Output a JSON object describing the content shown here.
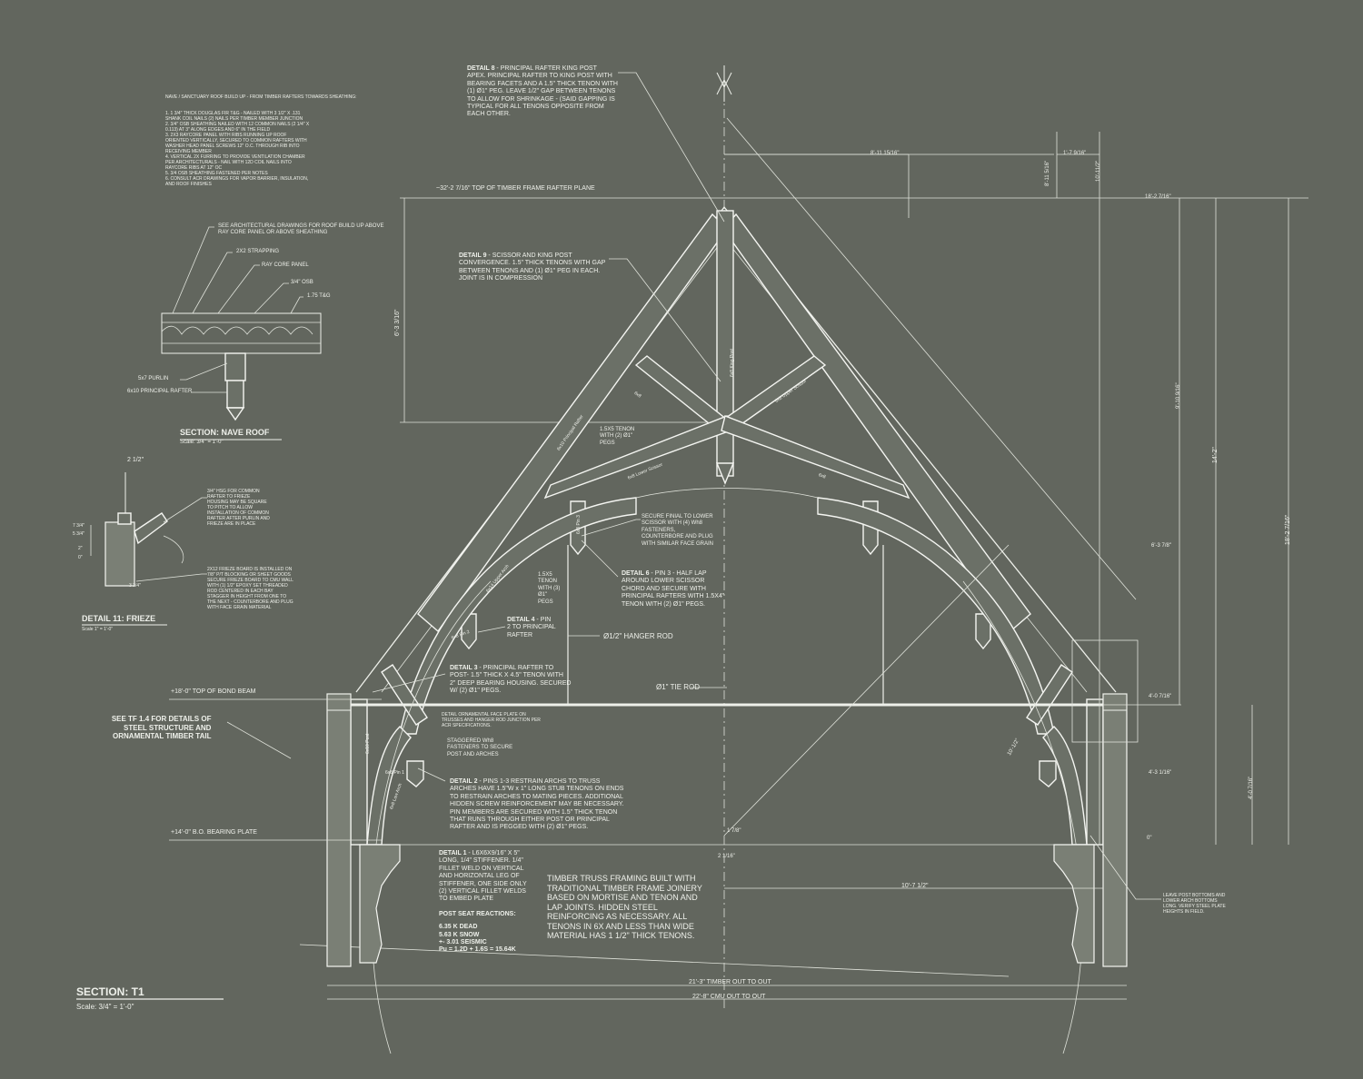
{
  "colors": {
    "background": "#62665e",
    "line": "#eef0ea",
    "member_fill": "#6b7067"
  },
  "section_title": "SECTION: T1",
  "section_scale": "Scale: 3/4\" = 1'-0\"",
  "nave_roof": {
    "title": "SECTION: NAVE ROOF",
    "scale": "Scale: 3/4\" = 1'-0\"",
    "buildup_heading": "NAVE / SANCTUARY ROOF BUILD UP - FROM TIMBER RAFTERS TOWARDS SHEATHING:",
    "buildup_notes": [
      "1.  1 3/4\" THICK DOUGLAS FIR T&G - NAILED WITH 3 1/2\" X .131 SHANK COIL NAILS (2) NAILS PER TIMBER MEMBER JUNCTION",
      "2.  3/4\" OSB SHEATHING NAILED WITH 12 COMMON NAILS (2 1/4\" X 0.113) AT 3\" ALONG EDGES AND 6\" IN THE FIELD",
      "3.  2X3 RAYCORE PANEL WITH RIBS RUNNING UP ROOF ORIENTED VERTICALLY, SECURED TO COMMON RAFTERS WITH WASHER HEAD PANEL SCREWS 12\" O.C. THROUGH RIB INTO RECEIVING MEMBER",
      "4.  VERTICAL 2X FURRING TO PROVIDE VENTILATION CHAMBER PER ARCHITECTURALS - NAIL WITH 12D COIL NAILS INTO RAYCORE RIBS AT 12\" OC",
      "5.  3/4 OSB SHEATHING FASTENED PER NOTES",
      "6.  CONSULT ACR DRAWINGS FOR VAPOR BARRIER, INSULATION, AND ROOF FINISHES"
    ],
    "callouts": [
      "SEE ARCHITECTURAL DRAWINGS FOR ROOF BUILD UP ABOVE RAY CORE PANEL OR ABOVE SHEATHING",
      "2X2 STRAPPING",
      "RAY CORE PANEL",
      "3/4\" OSB",
      "1.75 T&G",
      "5x7 PURLIN",
      "6x10 PRINCIPAL RAFTER"
    ]
  },
  "frieze": {
    "title": "DETAIL 11: FRIEZE",
    "scale": "Scale 1\" = 1'-0\"",
    "dim_top": "2 1/2\"",
    "dims_left": [
      "7 3/4\"",
      "5 3/4\"",
      "2\"",
      "0\""
    ],
    "dim_bottom": "3 3/4\"",
    "note_a": [
      "3/4\" HSG FOR COMMON",
      "RAFTER TO FRIEZE",
      "HOUSING MAY BE SQUARE",
      "TO PITCH TO ALLOW",
      "INSTALLATION OF COMMON",
      "RAFTER AFTER PURLIN AND",
      "FRIEZE ARE IN PLACE"
    ],
    "note_b": [
      "2X12 FRIEZE BOARD IS INSTALLED ON",
      "7/8\" P/T BLOCKING OR SHEET GOODS",
      "SECURE FRIEZE BOARD TO CMU WALL",
      "WITH (1) 1/2\" EPOXY SET THREADED",
      "ROD CENTERED IN EACH BAY",
      "STAGGER IN HEIGHT FROM ONE TO",
      "THE NEXT - COUNTERBORE AND PLUG",
      "WITH FACE GRAIN MATERIAL"
    ]
  },
  "details": {
    "d8_title": "DETAIL 8",
    "d8_lines": [
      "- PRINCIPAL RAFTER KING POST",
      "APEX.  PRINCIPAL RAFTER TO KING POST WITH",
      "BEARING FACETS AND A 1.5\" THICK TENON WITH",
      "(1) Ø1\" PEG.  LEAVE 1/2\" GAP BETWEEN TENONS",
      "TO ALLOW FOR SHRINKAGE - (SAID GAPPING IS",
      "TYPICAL FOR ALL TENONS OPPOSITE FROM",
      "EACH OTHER."
    ],
    "d9_title": "DETAIL 9",
    "d9_lines": [
      "- SCISSOR AND KING POST",
      "CONVERGENCE.  1.5\" THICK TENONS WITH GAP",
      "BETWEEN TENONS AND (1) Ø1\" PEG IN EACH.",
      "JOINT IS IN COMPRESSION"
    ],
    "d6_title": "DETAIL 6",
    "d6_lines": [
      "- PIN 3 - HALF LAP",
      "AROUND LOWER SCISSOR",
      "CHORD AND SECURE WITH",
      "PRINCIPAL RAFTERS WITH 1.5X4\"",
      "TENON WITH (2) Ø1\" PEGS."
    ],
    "d4_title": "DETAIL 4",
    "d4_lines": [
      "- PIN",
      "2 TO PRINCIPAL",
      "RAFTER"
    ],
    "d3_title": "DETAIL 3",
    "d3_lines": [
      "- PRINCIPAL RAFTER TO",
      "POST- 1.5\" THICK X 4.5\" TENON WITH",
      "2\" DEEP BEARING HOUSING. SECURED",
      "W/ (2) Ø1\" PEGS."
    ],
    "d2_title": "DETAIL 2",
    "d2_lines": [
      "- PINS 1-3 RESTRAIN ARCHS TO TRUSS",
      "ARCHES HAVE 1.5\"W x 1\" LONG STUB TENONS ON ENDS",
      "TO RESTRAIN ARCHES TO MATING PIECES.  ADDITIONAL",
      "HIDDEN SCREW REINFORCEMENT MAY BE NECESSARY.",
      "PIN MEMBERS ARE SECURED WITH 1.5\" THICK TENON",
      "THAT RUNS THROUGH EITHER POST OR PRINCIPAL",
      "RAFTER AND IS PEGGED WITH (2) Ø1\" PEGS."
    ],
    "d1_title": "DETAIL 1",
    "d1_lines": [
      "- L6X6X9/16\" X 5\"",
      "LONG, 1/4\" STIFFENER.  1/4\"",
      "FILLET WELD ON VERTICAL",
      "AND HORIZONTAL LEG OF",
      "STIFFENER, ONE SIDE ONLY",
      "(2) VERTICAL FILLET WELDS",
      "TO EMBED PLATE"
    ],
    "post_seat_title": "POST SEAT REACTIONS:",
    "post_seat_lines": [
      "6.35 K DEAD",
      "5.63 K SNOW",
      "+- 3.01 SEISMIC"
    ],
    "pu": "Pu = 1.2D + 1.6S = 15.64K"
  },
  "notes": {
    "tenon_1": [
      "1.5X5 TENON",
      "WITH (2) Ø1\"",
      "PEGS"
    ],
    "tenon_2": [
      "1.5X5",
      "TENON",
      "WITH (3)",
      "Ø1\"",
      "PEGS"
    ],
    "finial": [
      "SECURE FINIAL TO LOWER",
      "SCISSOR WITH (4) Wh8",
      "FASTENERS,",
      "COUNTERBORE AND PLUG",
      "WITH SIMILAR FACE GRAIN"
    ],
    "hanger_rod": "Ø1/2\" HANGER ROD",
    "tie_rod": "Ø1\" TIE ROD",
    "face_plate": [
      "DETAIL ORNAMENTAL FACE PLATE ON",
      "TRUSSES AND HANGER ROD JUNCTION PER",
      "ACR SPECIFICATIONS."
    ],
    "staggered": [
      "STAGGERED Wh8",
      "FASTENERS TO SECURE",
      "POST AND ARCHES"
    ],
    "see_tf": [
      "SEE TF 1.4 FOR DETAILS OF",
      "STEEL STRUCTURE AND",
      "ORNAMENTAL TIMBER TAIL"
    ],
    "timber_truss": [
      "TIMBER TRUSS FRAMING BUILT WITH",
      "TRADITIONAL TIMBER FRAME JOINERY",
      "BASED ON MORTISE AND TENON AND",
      "LAP JOINTS.  HIDDEN STEEL",
      "REINFORCING AS NECESSARY.  ALL",
      "TENONS IN 6X AND LESS THAN WIDE",
      "MATERIAL HAS 1 1/2\" THICK TENONS."
    ],
    "leave_post": [
      "LEAVE POST BOTTOMS AND",
      "LOWER ARCH BOTTOMS",
      "LONG.  VERIFY STEEL PLATE",
      "HEIGHTS IN FIELD."
    ]
  },
  "levels": {
    "rafter_plane": "~32'-2 7/16\" TOP OF TIMBER FRAME RAFTER PLANE",
    "bond_beam": "+18'-0\" TOP OF BOND BEAM",
    "bearing_plate": "+14'-0\" B.O. BEARING PLATE"
  },
  "dimensions": {
    "timber_out": "21'-3\" TIMBER OUT TO OUT",
    "cmu_out": "22'-8\" CMU OUT TO OUT",
    "half_span": "10'-7 1/2\"",
    "top_half": "8'-11 15/16\"",
    "top_right": "1'-7 9/16\"",
    "v1": "6'-3 3/16\"",
    "r1": "14'-2\"",
    "r2": "18'-2 7/16\"",
    "r3": "4'-0 7/16\"",
    "r_top": "18'-2 7/16\"",
    "r_v1": "8'-11 5/16\"",
    "r_v2": "10'-11/2\"",
    "r_v3": "9'-10 9/16\"",
    "r_v4": "4'-3 1/16\"",
    "r_v5": "4'-0 7/16\"",
    "r_v6": "6'-3 7/8\"",
    "arc_dim": "10'-1/2\"",
    "small_a": "2 1/16\"",
    "small_b": "1 7/8\"",
    "zero": "0\""
  },
  "members": {
    "king_post": "6x8 King Post",
    "principal_left": "6x10 Principal Rafter",
    "upper_scissor_l": "6x8 Upper Scissor",
    "upper_scissor_r": "6x8 Upper Scissor",
    "lower_scissor_l": "6x8 Lower Scissor",
    "lower_scissor_r": "6x8",
    "pin_l": "6x8 Pin 3",
    "upper_arch": "6x14 Upper Arch",
    "pin2": "6x8 Pin 2",
    "post": "6x10 Post",
    "lower_arch": "6x8 Low Arch",
    "pin1": "6x8 Pin 1",
    "brace": "6x8"
  }
}
